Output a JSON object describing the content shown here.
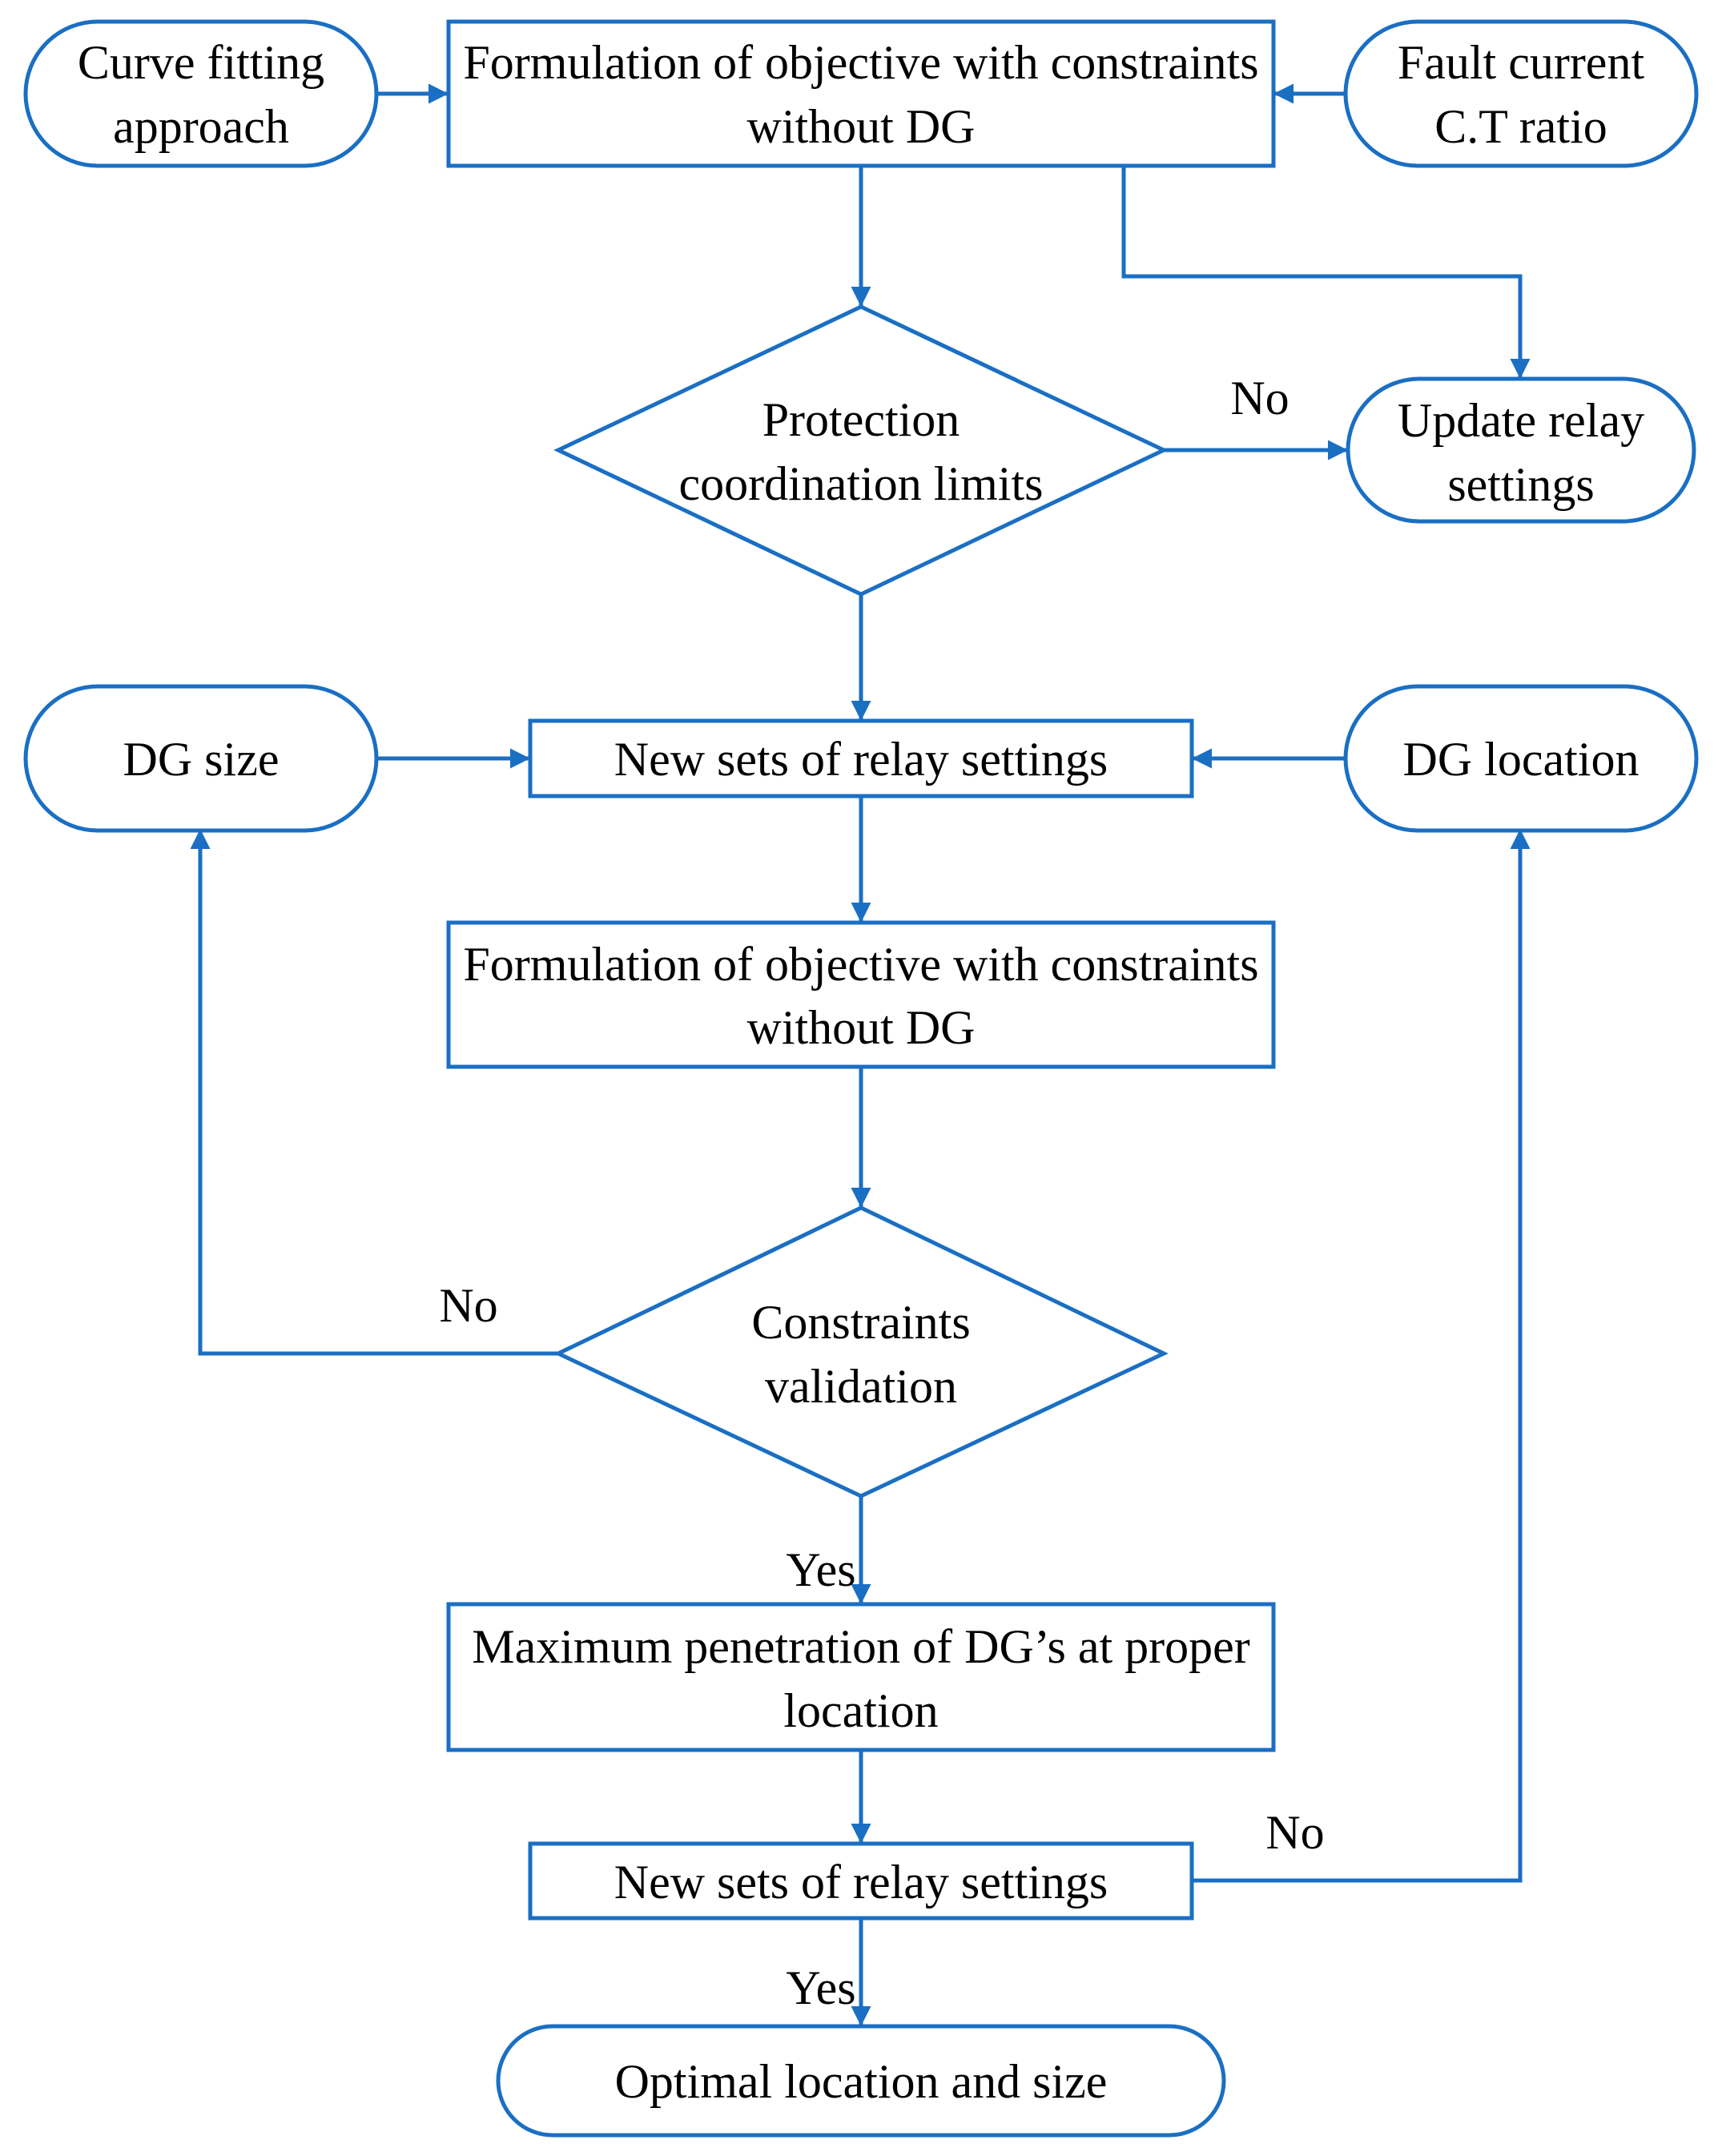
{
  "colors": {
    "stroke": "#1a6fc3",
    "text": "#000000",
    "background": "#ffffff"
  },
  "inputs": {
    "curve_fitting": [
      "Curve fitting",
      "approach"
    ],
    "fault_current": [
      "Fault current",
      "C.T ratio"
    ],
    "dg_size": [
      "DG size"
    ],
    "dg_location": [
      "DG location"
    ]
  },
  "steps": {
    "formulation_1": [
      "Formulation of objective with constraints",
      "without DG"
    ],
    "update_relay": [
      "Update relay",
      "settings"
    ],
    "new_settings_1": [
      "New sets of relay settings"
    ],
    "formulation_2": [
      "Formulation of objective with constraints",
      "without DG"
    ],
    "max_penetration": [
      "Maximum penetration of DG’s at proper",
      "location"
    ],
    "new_settings_2": [
      "New sets of relay settings"
    ],
    "optimal": [
      "Optimal location and size"
    ]
  },
  "decisions": {
    "protection_limits": [
      "Protection",
      "coordination limits"
    ],
    "constraints_validation": [
      "Constraints",
      "validation"
    ]
  },
  "branch_labels": {
    "no_update": "No",
    "no_dg_size": "No",
    "yes_constraints": "Yes",
    "no_dg_location": "No",
    "yes_optimal": "Yes"
  }
}
